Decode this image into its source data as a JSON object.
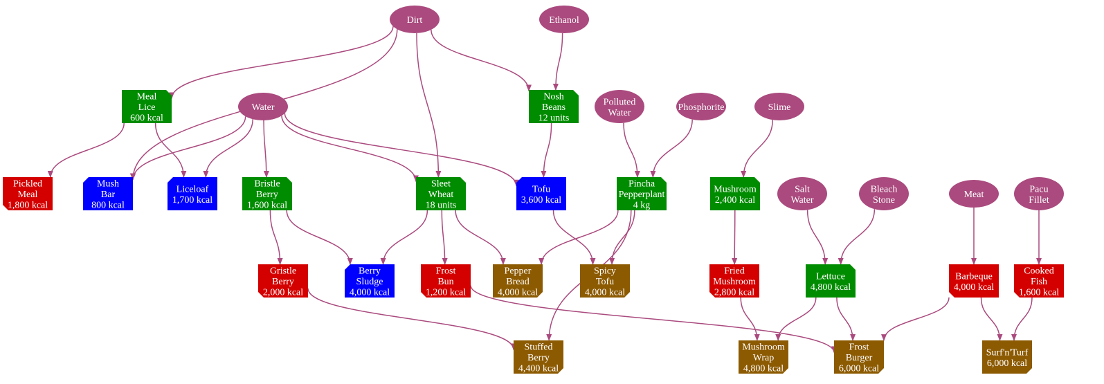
{
  "colors": {
    "resource": "#aa4a7e",
    "ingredient": "#008c00",
    "food_red": "#d40000",
    "food_blue": "#0000ff",
    "food_brown": "#8c5a00",
    "edge": "#aa4a7e",
    "text": "#ffffff"
  },
  "nodes": {
    "dirt": {
      "lines": [
        "Dirt"
      ],
      "kind": "resource"
    },
    "ethanol": {
      "lines": [
        "Ethanol"
      ],
      "kind": "resource"
    },
    "water": {
      "lines": [
        "Water"
      ],
      "kind": "resource"
    },
    "polluted_water": {
      "lines": [
        "Polluted",
        "Water"
      ],
      "kind": "resource"
    },
    "phosphorite": {
      "lines": [
        "Phosphorite"
      ],
      "kind": "resource"
    },
    "slime": {
      "lines": [
        "Slime"
      ],
      "kind": "resource"
    },
    "salt_water": {
      "lines": [
        "Salt",
        "Water"
      ],
      "kind": "resource"
    },
    "bleach_stone": {
      "lines": [
        "Bleach",
        "Stone"
      ],
      "kind": "resource"
    },
    "meat": {
      "lines": [
        "Meat"
      ],
      "kind": "resource"
    },
    "pacu_fillet": {
      "lines": [
        "Pacu",
        "Fillet"
      ],
      "kind": "resource"
    },
    "meal_lice": {
      "lines": [
        "Meal",
        "Lice",
        "600 kcal"
      ],
      "kind": "ingredient",
      "notch": "tr"
    },
    "nosh_beans": {
      "lines": [
        "Nosh",
        "Beans",
        "12 units"
      ],
      "kind": "ingredient",
      "notch": "tr"
    },
    "pickled_meal": {
      "lines": [
        "Pickled",
        "Meal",
        "1,800 kcal"
      ],
      "kind": "food_red",
      "notch": "bl"
    },
    "mush_bar": {
      "lines": [
        "Mush",
        "Bar",
        "800 kcal"
      ],
      "kind": "food_blue",
      "notch": "tl"
    },
    "liceloaf": {
      "lines": [
        "Liceloaf",
        "1,700 kcal"
      ],
      "kind": "food_blue",
      "notch": "tl"
    },
    "bristle_berry": {
      "lines": [
        "Bristle",
        "Berry",
        "1,600 kcal"
      ],
      "kind": "ingredient",
      "notch": "tr"
    },
    "sleet_wheat": {
      "lines": [
        "Sleet",
        "Wheat",
        "18 units"
      ],
      "kind": "ingredient",
      "notch": "tr"
    },
    "tofu": {
      "lines": [
        "Tofu",
        "3,600 kcal"
      ],
      "kind": "food_blue",
      "notch": "tl"
    },
    "pincha": {
      "lines": [
        "Pincha",
        "Pepperplant",
        "4 kg"
      ],
      "kind": "ingredient",
      "notch": "tr"
    },
    "mushroom": {
      "lines": [
        "Mushroom",
        "2,400 kcal"
      ],
      "kind": "ingredient",
      "notch": "tr"
    },
    "gristle_berry": {
      "lines": [
        "Gristle",
        "Berry",
        "2,000 kcal"
      ],
      "kind": "food_red",
      "notch": "bl"
    },
    "berry_sludge": {
      "lines": [
        "Berry",
        "Sludge",
        "4,000 kcal"
      ],
      "kind": "food_blue",
      "notch": "tl"
    },
    "frost_bun": {
      "lines": [
        "Frost",
        "Bun",
        "1,200 kcal"
      ],
      "kind": "food_red",
      "notch": "bl"
    },
    "pepper_bread": {
      "lines": [
        "Pepper",
        "Bread",
        "4,000 kcal"
      ],
      "kind": "food_brown",
      "notch": "br"
    },
    "spicy_tofu": {
      "lines": [
        "Spicy",
        "Tofu",
        "4,000 kcal"
      ],
      "kind": "food_brown",
      "notch": "br"
    },
    "fried_mushroom": {
      "lines": [
        "Fried",
        "Mushroom",
        "2,800 kcal"
      ],
      "kind": "food_red",
      "notch": "bl"
    },
    "lettuce": {
      "lines": [
        "Lettuce",
        "4,800 kcal"
      ],
      "kind": "ingredient",
      "notch": "tr"
    },
    "barbeque": {
      "lines": [
        "Barbeque",
        "4,000 kcal"
      ],
      "kind": "food_red",
      "notch": "bl"
    },
    "cooked_fish": {
      "lines": [
        "Cooked",
        "Fish",
        "1,600 kcal"
      ],
      "kind": "food_red",
      "notch": "bl"
    },
    "stuffed_berry": {
      "lines": [
        "Stuffed",
        "Berry",
        "4,400 kcal"
      ],
      "kind": "food_brown",
      "notch": "br"
    },
    "mushroom_wrap": {
      "lines": [
        "Mushroom",
        "Wrap",
        "4,800 kcal"
      ],
      "kind": "food_brown",
      "notch": "br"
    },
    "frost_burger": {
      "lines": [
        "Frost",
        "Burger",
        "6,000 kcal"
      ],
      "kind": "food_brown",
      "notch": "br"
    },
    "surf_n_turf": {
      "lines": [
        "Surf'n'Turf",
        "6,000 kcal"
      ],
      "kind": "food_brown",
      "notch": "br"
    }
  },
  "edges": [
    [
      "dirt",
      "meal_lice"
    ],
    [
      "dirt",
      "mush_bar"
    ],
    [
      "dirt",
      "sleet_wheat"
    ],
    [
      "dirt",
      "nosh_beans"
    ],
    [
      "ethanol",
      "nosh_beans"
    ],
    [
      "meal_lice",
      "pickled_meal"
    ],
    [
      "meal_lice",
      "liceloaf"
    ],
    [
      "water",
      "mush_bar"
    ],
    [
      "water",
      "liceloaf"
    ],
    [
      "water",
      "bristle_berry"
    ],
    [
      "water",
      "sleet_wheat"
    ],
    [
      "water",
      "tofu"
    ],
    [
      "nosh_beans",
      "tofu"
    ],
    [
      "polluted_water",
      "pincha"
    ],
    [
      "phosphorite",
      "pincha"
    ],
    [
      "slime",
      "mushroom"
    ],
    [
      "bristle_berry",
      "gristle_berry"
    ],
    [
      "bristle_berry",
      "berry_sludge"
    ],
    [
      "sleet_wheat",
      "berry_sludge"
    ],
    [
      "sleet_wheat",
      "frost_bun"
    ],
    [
      "sleet_wheat",
      "pepper_bread"
    ],
    [
      "tofu",
      "spicy_tofu"
    ],
    [
      "pincha",
      "pepper_bread"
    ],
    [
      "pincha",
      "spicy_tofu"
    ],
    [
      "pincha",
      "stuffed_berry"
    ],
    [
      "mushroom",
      "fried_mushroom"
    ],
    [
      "salt_water",
      "lettuce"
    ],
    [
      "bleach_stone",
      "lettuce"
    ],
    [
      "meat",
      "barbeque"
    ],
    [
      "pacu_fillet",
      "cooked_fish"
    ],
    [
      "gristle_berry",
      "stuffed_berry"
    ],
    [
      "frost_bun",
      "frost_burger"
    ],
    [
      "fried_mushroom",
      "mushroom_wrap"
    ],
    [
      "lettuce",
      "mushroom_wrap"
    ],
    [
      "lettuce",
      "frost_burger"
    ],
    [
      "barbeque",
      "frost_burger"
    ],
    [
      "barbeque",
      "surf_n_turf"
    ],
    [
      "cooked_fish",
      "surf_n_turf"
    ]
  ]
}
